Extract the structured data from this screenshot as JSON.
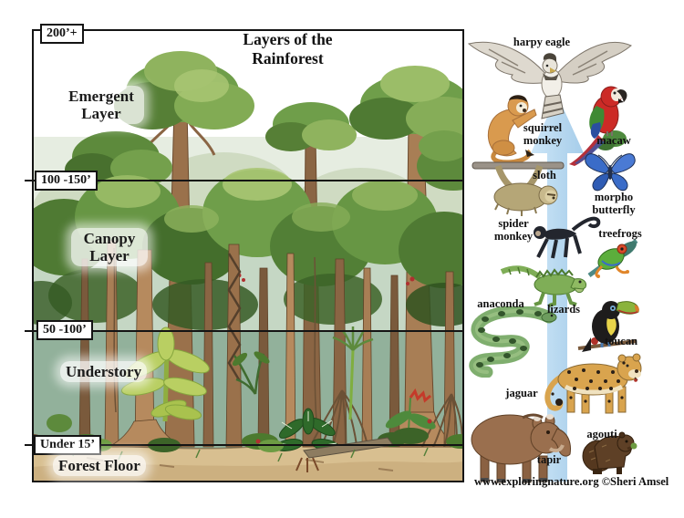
{
  "title": {
    "line1": "Layers of the",
    "line2": "Rainforest"
  },
  "layers": [
    {
      "height_label": "200’+",
      "name": "Emergent Layer"
    },
    {
      "height_label": "100 -150’",
      "name": "Canopy Layer"
    },
    {
      "height_label": "50 -100’",
      "name": "Understory"
    },
    {
      "height_label": "Under 15’",
      "name": "Forest Floor"
    }
  ],
  "animals": [
    {
      "id": "harpy-eagle",
      "label": "harpy eagle"
    },
    {
      "id": "squirrel-monkey",
      "label": "squirrel monkey"
    },
    {
      "id": "macaw",
      "label": "macaw"
    },
    {
      "id": "sloth",
      "label": "sloth"
    },
    {
      "id": "morpho-butterfly",
      "label": "morpho butterfly"
    },
    {
      "id": "spider-monkey",
      "label": "spider monkey"
    },
    {
      "id": "treefrogs",
      "label": "treefrogs"
    },
    {
      "id": "anaconda",
      "label": "anaconda"
    },
    {
      "id": "lizards",
      "label": "lizards"
    },
    {
      "id": "toucan",
      "label": "toucan"
    },
    {
      "id": "jaguar",
      "label": "jaguar"
    },
    {
      "id": "tapir",
      "label": "tapir"
    },
    {
      "id": "agouti",
      "label": "agouti"
    }
  ],
  "credit": "www.exploringnature.org ©Sheri Amsel",
  "icons": {
    "up_arrow": "upward-gradient-arrow"
  },
  "colors": {
    "arrow_blue": "#b9d9f0",
    "line_black": "#141414",
    "label_background": "#ffffff",
    "understory_wash": "#85a791",
    "ground_sand": "#d8bf90"
  }
}
